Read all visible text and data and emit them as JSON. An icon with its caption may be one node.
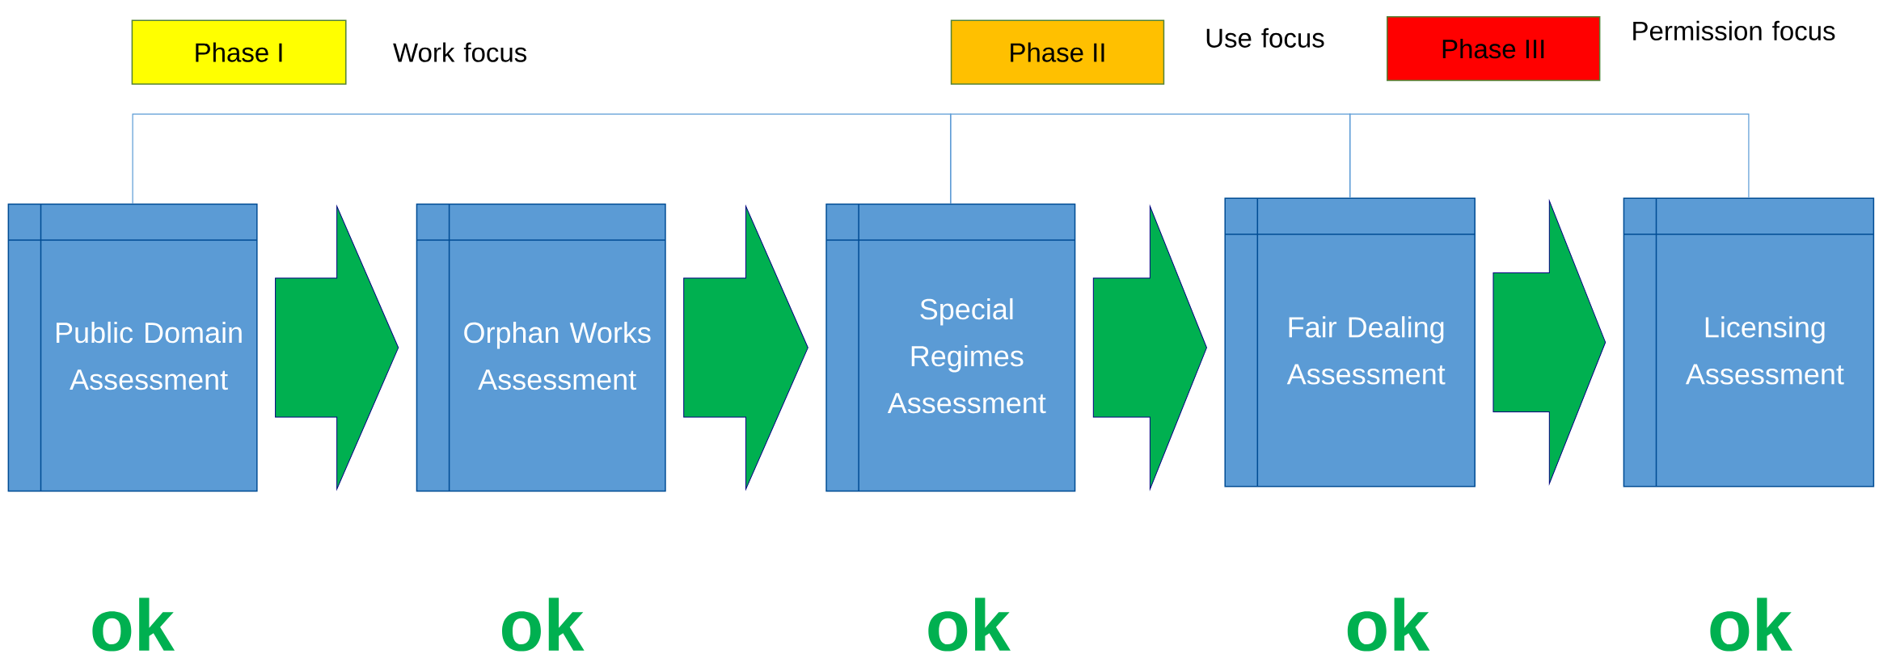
{
  "diagram": {
    "nodes": [
      {
        "text": [
          "Public Domain Assessment"
        ]
      },
      {
        "text": [
          "Orphan Works Assessment"
        ]
      },
      {
        "text": [
          "Special Regimes Assessment"
        ]
      },
      {
        "text": [
          "Fair Dealing Assessment"
        ]
      },
      {
        "text": [
          "Licensing Assessment"
        ]
      },
      {
        "text": [
          "Phase I"
        ],
        "beside": [
          "Work focus"
        ]
      },
      {
        "text": [
          "Phase II"
        ],
        "beside": [
          "Use focus"
        ]
      },
      {
        "text": [
          "Phase III"
        ],
        "beside": [
          "Permission focus"
        ]
      }
    ],
    "edges": [
      {
        "from": 0,
        "to": 1,
        "arrow": "to",
        "style": "thick"
      },
      {
        "from": 1,
        "to": 2,
        "arrow": "to",
        "style": "thick"
      },
      {
        "from": 2,
        "to": 3,
        "arrow": "to",
        "style": "thick"
      },
      {
        "from": 3,
        "to": 4,
        "arrow": "to",
        "style": "thick"
      },
      {
        "from": 0,
        "to": 2,
        "arrow": "none",
        "color": "#5b9bd5"
      },
      {
        "from": 2,
        "to": 3,
        "arrow": "none",
        "color": "#5b9bd5"
      },
      {
        "from": 3,
        "to": 4,
        "arrow": "none",
        "color": "#5b9bd5"
      }
    ],
    "labels": [
      "ok",
      "ok",
      "ok",
      "ok",
      "ok"
    ]
  }
}
